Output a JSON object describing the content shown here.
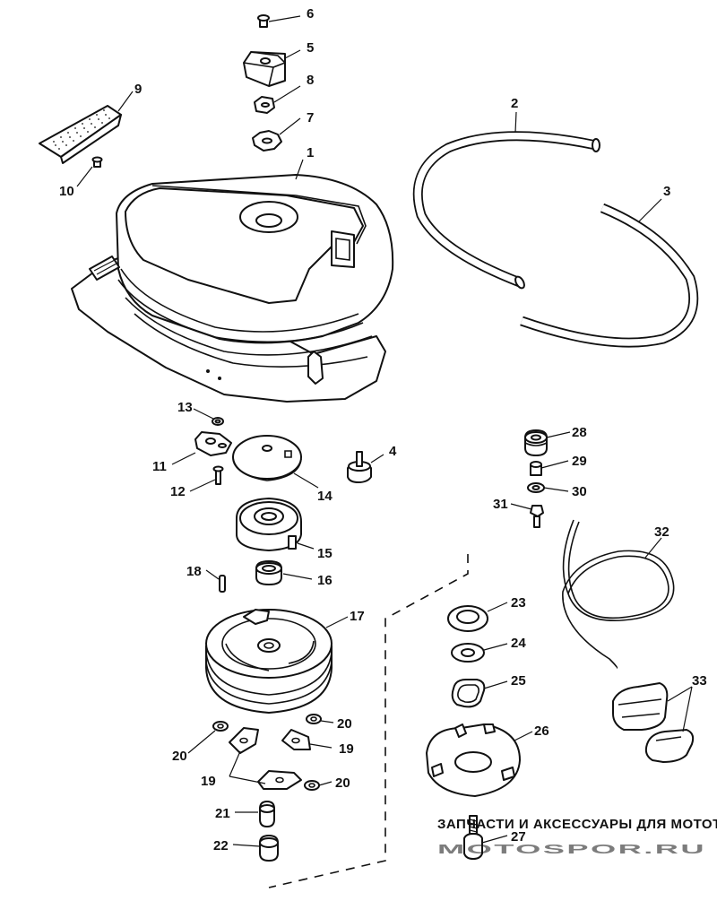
{
  "callouts": [
    "1",
    "2",
    "3",
    "4",
    "5",
    "6",
    "7",
    "8",
    "9",
    "10",
    "11",
    "12",
    "13",
    "14",
    "15",
    "16",
    "17",
    "18",
    "19",
    "19",
    "20",
    "20",
    "20",
    "21",
    "22",
    "23",
    "24",
    "25",
    "26",
    "27",
    "28",
    "29",
    "30",
    "31",
    "32",
    "33"
  ],
  "watermark": {
    "caption": "ЗАПЧАСТИ И АКСЕССУАРЫ ДЛЯ МОТОТЕХНИКИ",
    "logo": "MOTOSPOR.RU",
    "logo_color": "#d7263d"
  }
}
